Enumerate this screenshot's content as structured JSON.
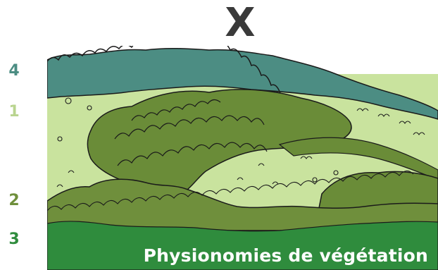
{
  "title": "X",
  "legend": [
    "4",
    "1",
    "2",
    "3"
  ],
  "caption": "Physionomies de végétation",
  "colors": {
    "zone_4_forest": "#4c8d83",
    "zone_1_grassland": "#c9e39e",
    "zone_2_shrubland": "#6f8f3c",
    "zone_3_lowland": "#2f8c3d",
    "ink": "#1a1a1a"
  }
}
